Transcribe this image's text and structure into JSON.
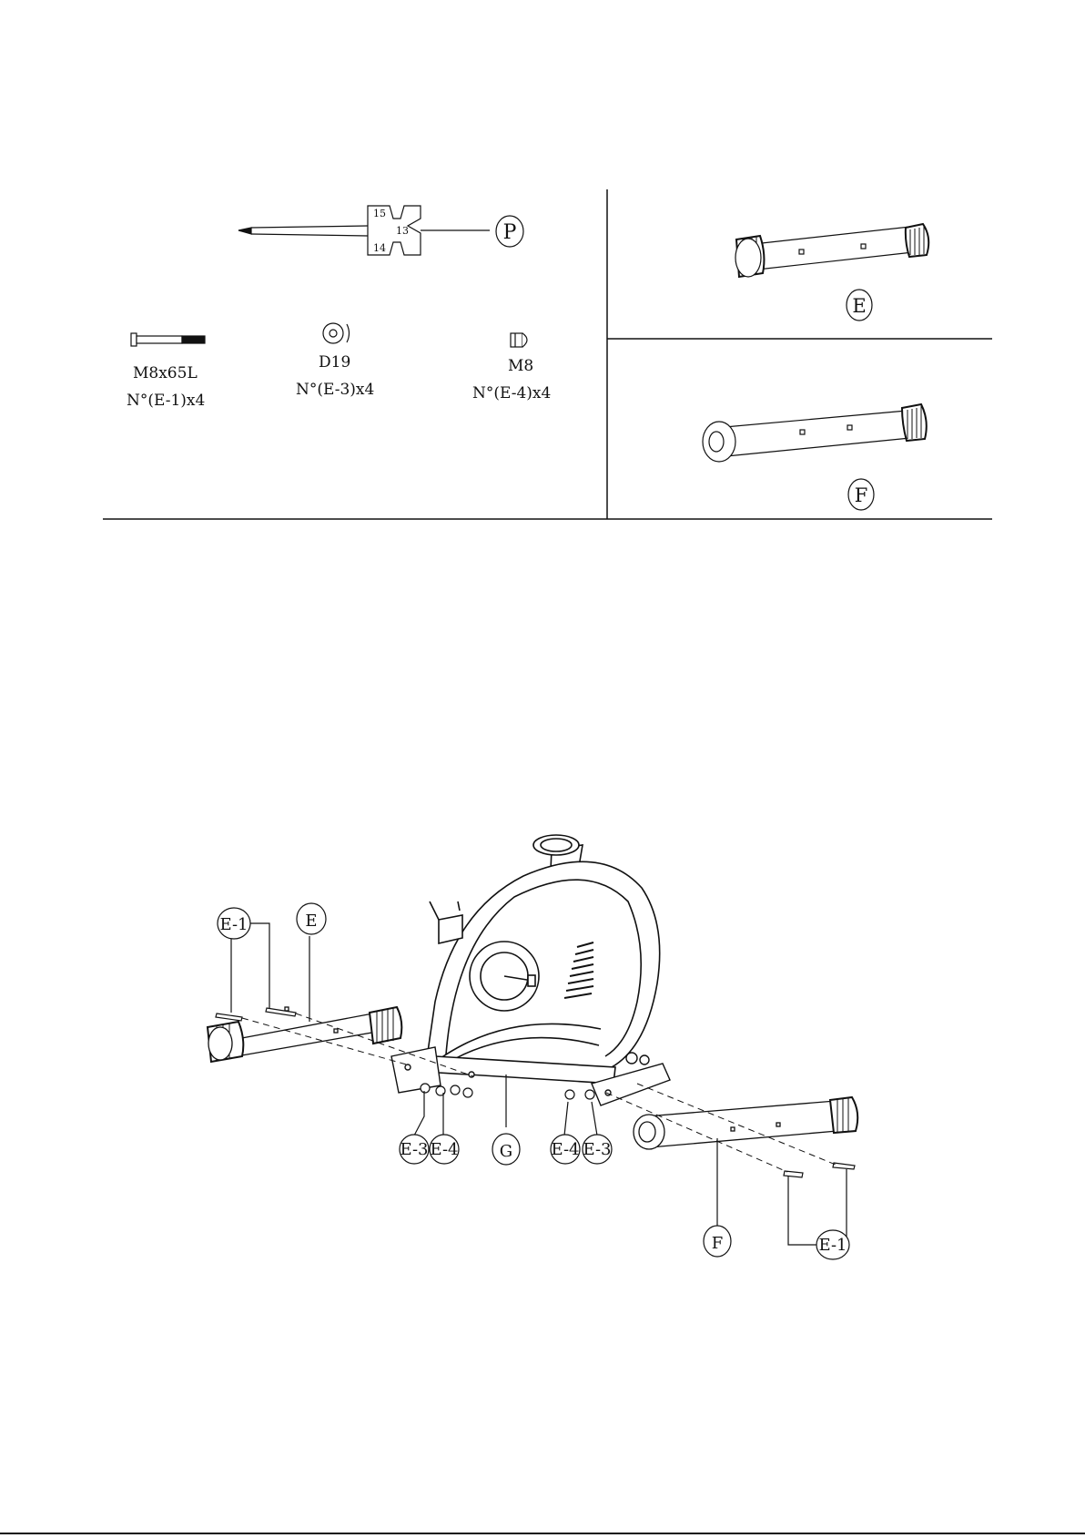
{
  "parts_panel": {
    "tool_label": "P",
    "tool_sizes": [
      "15",
      "13",
      "14"
    ],
    "hardware": [
      {
        "name": "M8x65L",
        "qty": "N°(E-1)x4"
      },
      {
        "name": "D19",
        "qty": "N°(E-3)x4"
      },
      {
        "name": "M8",
        "qty": "N°(E-4)x4"
      }
    ],
    "stabilizer_front_label": "E",
    "stabilizer_rear_label": "F"
  },
  "assembly": {
    "callouts": {
      "bolt_left": "E-1",
      "stabilizer_front": "E",
      "washer_left": "E-3",
      "nut_left": "E-4",
      "frame": "G",
      "nut_right": "E-4",
      "washer_right": "E-3",
      "stabilizer_rear": "F",
      "bolt_right": "E-1"
    }
  }
}
